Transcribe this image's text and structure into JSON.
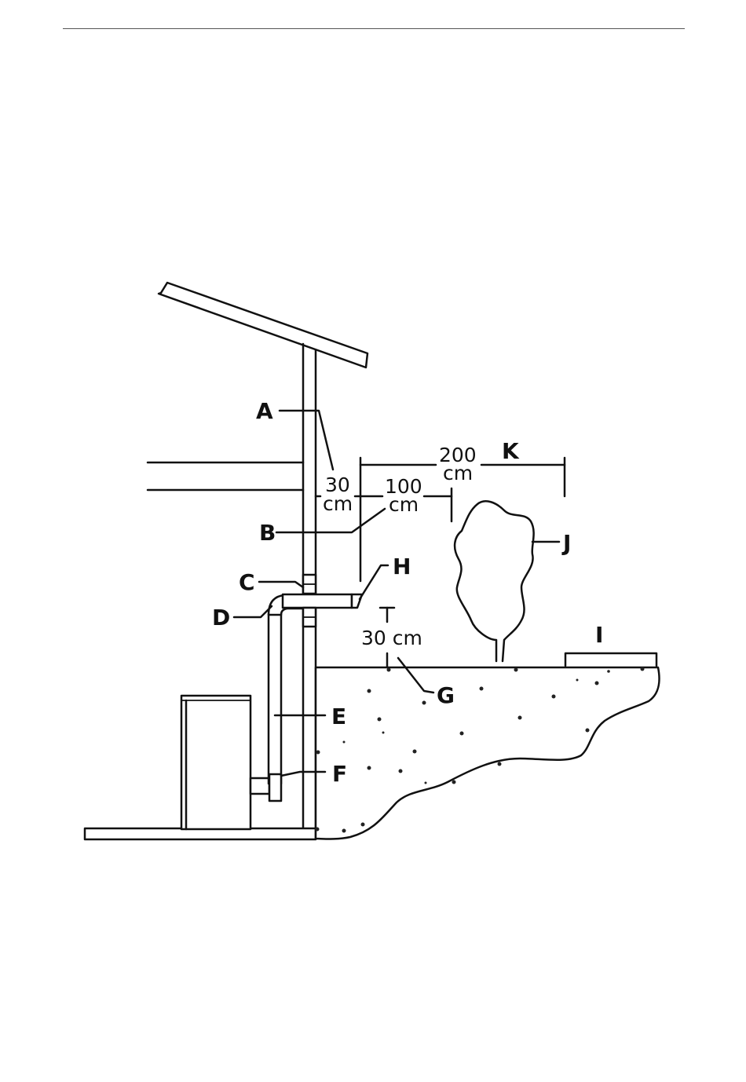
{
  "diagram": {
    "labels": {
      "a": "A",
      "b": "B",
      "c": "C",
      "d": "D",
      "e": "E",
      "f": "F",
      "g": "G",
      "h": "H",
      "i": "I",
      "j": "J",
      "k": "K"
    },
    "dimensions": {
      "a_value": "30",
      "a_unit": "cm",
      "b_value": "100",
      "b_unit": "cm",
      "k_value": "200",
      "k_unit": "cm",
      "g_text": "30 cm"
    }
  }
}
